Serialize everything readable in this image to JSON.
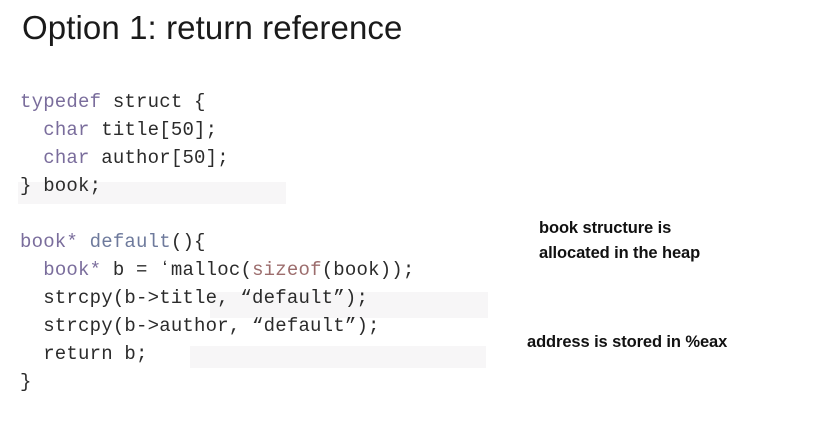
{
  "slide": {
    "title": "Option 1: return reference",
    "background_color": "#ffffff"
  },
  "palette": {
    "text": "#2b2b2b",
    "title": "#1a1a1a",
    "keyword": "#7a6d9c",
    "function_name": "#6e7a9c",
    "sizeof": "#9c6d6d",
    "annotation": "#111111",
    "artifact_band": "#f7f6f7"
  },
  "code": {
    "language": "c",
    "lines": [
      {
        "id": "line-typedef",
        "tokens": [
          {
            "text": "typedef",
            "kind": "keyword"
          },
          {
            "text": " struct {",
            "kind": "plain"
          }
        ]
      },
      {
        "id": "line-title-field",
        "tokens": [
          {
            "text": "  ",
            "kind": "plain"
          },
          {
            "text": "char",
            "kind": "keyword"
          },
          {
            "text": " title[50];",
            "kind": "plain"
          }
        ]
      },
      {
        "id": "line-author-field",
        "tokens": [
          {
            "text": "  ",
            "kind": "plain"
          },
          {
            "text": "char",
            "kind": "keyword"
          },
          {
            "text": " author[50];",
            "kind": "plain"
          }
        ]
      },
      {
        "id": "line-struct-close",
        "tokens": [
          {
            "text": "} book;",
            "kind": "plain"
          }
        ]
      },
      {
        "id": "line-blank-1",
        "tokens": [
          {
            "text": " ",
            "kind": "plain"
          }
        ]
      },
      {
        "id": "line-func-signature",
        "tokens": [
          {
            "text": "book*",
            "kind": "keyword"
          },
          {
            "text": " ",
            "kind": "plain"
          },
          {
            "text": "default",
            "kind": "function_name"
          },
          {
            "text": "(){",
            "kind": "plain"
          }
        ]
      },
      {
        "id": "line-malloc",
        "tokens": [
          {
            "text": "  ",
            "kind": "plain"
          },
          {
            "text": "book*",
            "kind": "keyword"
          },
          {
            "text": " b = ʻmalloc(",
            "kind": "plain"
          },
          {
            "text": "sizeof",
            "kind": "sizeof"
          },
          {
            "text": "(book));",
            "kind": "plain"
          }
        ]
      },
      {
        "id": "line-strcpy-title",
        "tokens": [
          {
            "text": "  strcpy(b->title, “default”);",
            "kind": "plain"
          }
        ]
      },
      {
        "id": "line-strcpy-author",
        "tokens": [
          {
            "text": "  strcpy(b->author, “default”);",
            "kind": "plain"
          }
        ]
      },
      {
        "id": "line-return",
        "tokens": [
          {
            "text": "  return b;",
            "kind": "plain"
          }
        ]
      },
      {
        "id": "line-func-close",
        "tokens": [
          {
            "text": "}",
            "kind": "plain"
          }
        ]
      }
    ]
  },
  "annotations": [
    {
      "id": "annotation-heap",
      "text": "book structure is\nallocated in the heap"
    },
    {
      "id": "annotation-eax",
      "text": "address is stored in %eax"
    }
  ]
}
